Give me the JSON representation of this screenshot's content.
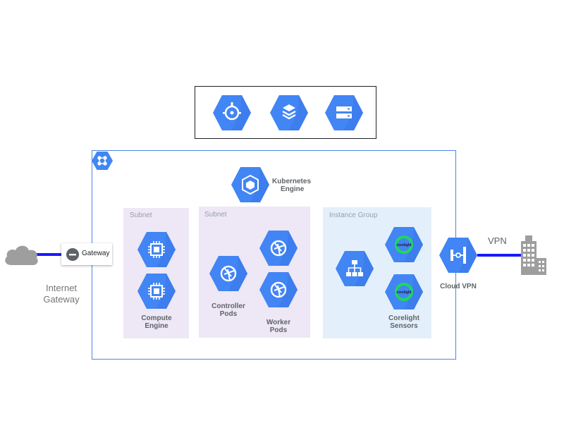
{
  "services_box": {
    "icons": [
      "monitoring-icon",
      "stackdriver-icon",
      "storage-icon"
    ]
  },
  "kubernetes": {
    "label_line1": "Kubernetes",
    "label_line2": "Engine"
  },
  "subnet_left": {
    "title": "Subnet",
    "caption_line1": "Compute",
    "caption_line2": "Engine"
  },
  "subnet_mid": {
    "title": "Subnet",
    "controller_line1": "Controller",
    "controller_line2": "Pods",
    "worker_line1": "Worker",
    "worker_line2": "Pods"
  },
  "instance_group": {
    "title": "Instance Group",
    "caption_line1": "Corelight",
    "caption_line2": "Sensors",
    "sensor_badge": "corelight"
  },
  "gateway": {
    "label": "Gateway",
    "caption_line1": "Internet",
    "caption_line2": "Gateway"
  },
  "vpn": {
    "label": "Cloud VPN",
    "link_label": "VPN"
  },
  "colors": {
    "hex_blue": "#4285f4",
    "project_border": "#4a86e8",
    "subnet_fill": "#ede7f6",
    "instance_fill": "#e3f0fb",
    "link_blue": "#1a1aff",
    "sensor_green": "#1fd65f"
  }
}
